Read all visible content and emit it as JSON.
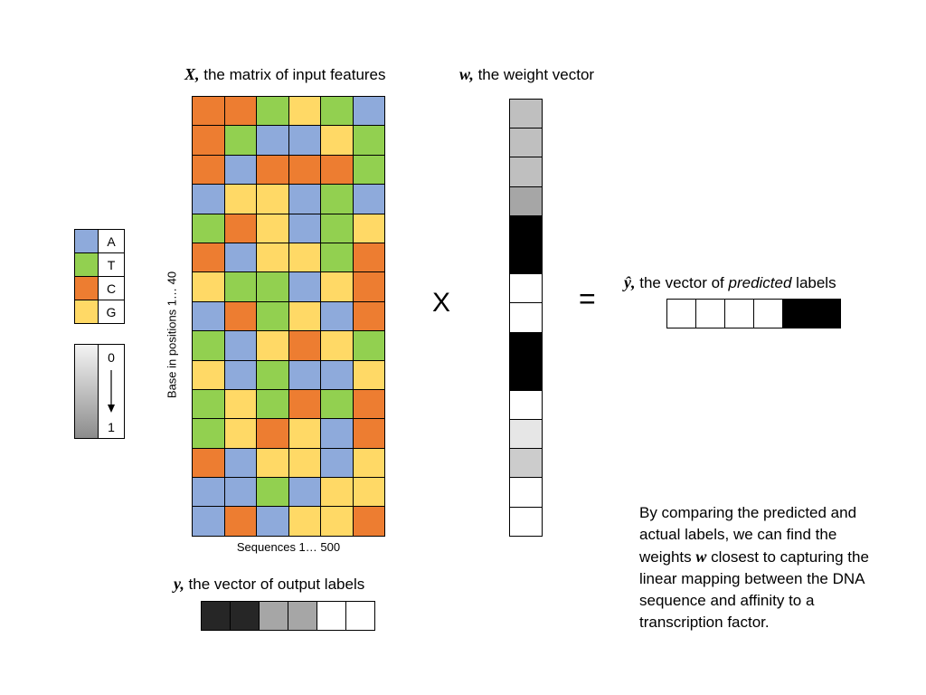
{
  "colors": {
    "A": "#8eaadb",
    "T": "#92d050",
    "C": "#ed7d31",
    "G": "#ffd966"
  },
  "titles": {
    "matrix_sym": "X,",
    "matrix_text": " the matrix of input features",
    "weights_sym": "w,",
    "weights_text": " the weight vector",
    "y_sym": "y,",
    "y_text": " the vector of output labels",
    "yhat_sym": "ŷ,",
    "yhat_pre": " the vector of ",
    "yhat_em": "predicted",
    "yhat_post": " labels"
  },
  "axes": {
    "x_label": "Sequences 1… 500",
    "y_label": "Base in positions 1… 40"
  },
  "operators": {
    "times": "X",
    "equals": "="
  },
  "legend": {
    "bases": [
      "A",
      "T",
      "C",
      "G"
    ],
    "scale_top": "0",
    "scale_bottom": "1"
  },
  "matrix": [
    [
      "C",
      "C",
      "T",
      "G",
      "T",
      "A"
    ],
    [
      "C",
      "T",
      "A",
      "A",
      "G",
      "T"
    ],
    [
      "C",
      "A",
      "C",
      "C",
      "C",
      "T"
    ],
    [
      "A",
      "G",
      "G",
      "A",
      "T",
      "A"
    ],
    [
      "T",
      "C",
      "G",
      "A",
      "T",
      "G"
    ],
    [
      "C",
      "A",
      "G",
      "G",
      "T",
      "C"
    ],
    [
      "G",
      "T",
      "T",
      "A",
      "G",
      "C"
    ],
    [
      "A",
      "C",
      "T",
      "G",
      "A",
      "C"
    ],
    [
      "T",
      "A",
      "G",
      "C",
      "G",
      "T"
    ],
    [
      "G",
      "A",
      "T",
      "A",
      "A",
      "G"
    ],
    [
      "T",
      "G",
      "T",
      "C",
      "T",
      "C"
    ],
    [
      "T",
      "G",
      "C",
      "G",
      "A",
      "C"
    ],
    [
      "C",
      "A",
      "G",
      "G",
      "A",
      "G"
    ],
    [
      "A",
      "A",
      "T",
      "A",
      "G",
      "G"
    ],
    [
      "A",
      "C",
      "A",
      "G",
      "G",
      "C"
    ]
  ],
  "weights": [
    "#bfbfbf",
    "#bfbfbf",
    "#bfbfbf",
    "#a6a6a6",
    "#000000",
    "#000000",
    "#ffffff",
    "#ffffff",
    "#000000",
    "#000000",
    "#ffffff",
    "#e6e6e6",
    "#cccccc",
    "#ffffff",
    "#ffffff"
  ],
  "y_labels": [
    "#262626",
    "#262626",
    "#a6a6a6",
    "#a6a6a6",
    "#ffffff",
    "#ffffff"
  ],
  "yhat_labels": [
    "#ffffff",
    "#ffffff",
    "#ffffff",
    "#ffffff",
    "#000000",
    "#000000"
  ],
  "explanation": {
    "pre": "By comparing the predicted and actual labels, we can find the weights ",
    "sym": "w",
    "post": " closest to capturing the linear mapping between the DNA sequence and affinity to a transcription factor."
  }
}
